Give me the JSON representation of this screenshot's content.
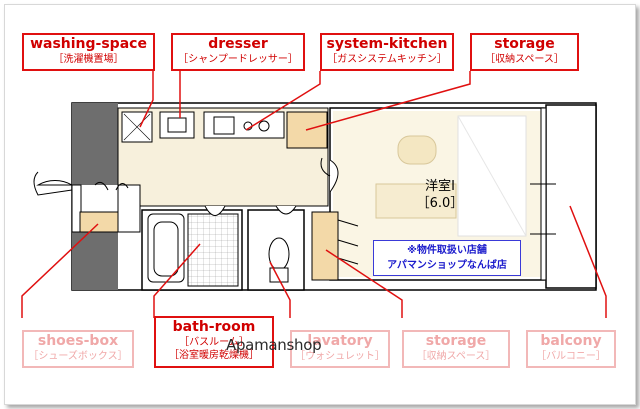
{
  "labels": {
    "washing_space": {
      "en": "washing-space",
      "jp": "［洗濯機置場］"
    },
    "dresser": {
      "en": "dresser",
      "jp": "［シャンプードレッサー］"
    },
    "system_kitchen": {
      "en": "system-kitchen",
      "jp": "［ガスシステムキッチン］"
    },
    "storage_top": {
      "en": "storage",
      "jp": "［収納スペース］"
    },
    "shoes_box": {
      "en": "shoes-box",
      "jp": "［シューズボックス］"
    },
    "bath_room": {
      "en": "bath-room",
      "jp1": "［バスルーム］",
      "jp2": "［浴室暖房乾燥機］"
    },
    "lavatory": {
      "en": "lavatory",
      "jp": "［ウォシュレット］"
    },
    "storage_bottom": {
      "en": "storage",
      "jp": "［収納スペース］"
    },
    "balcony": {
      "en": "balcony",
      "jp": "［バルコニー］"
    }
  },
  "room": {
    "name": "洋室Ⅰ",
    "size": "［6.0］"
  },
  "notice": {
    "line1": "※物件取扱い店舗",
    "line2": "アパマンショップなんば店"
  },
  "watermark": "Apamanshop",
  "colors": {
    "label_red": "#e01010",
    "wall": "#6e6e6e",
    "floor": "#f7f0dc",
    "notice_blue": "#1a1acc",
    "storage_fill": "#f3d9a8"
  }
}
